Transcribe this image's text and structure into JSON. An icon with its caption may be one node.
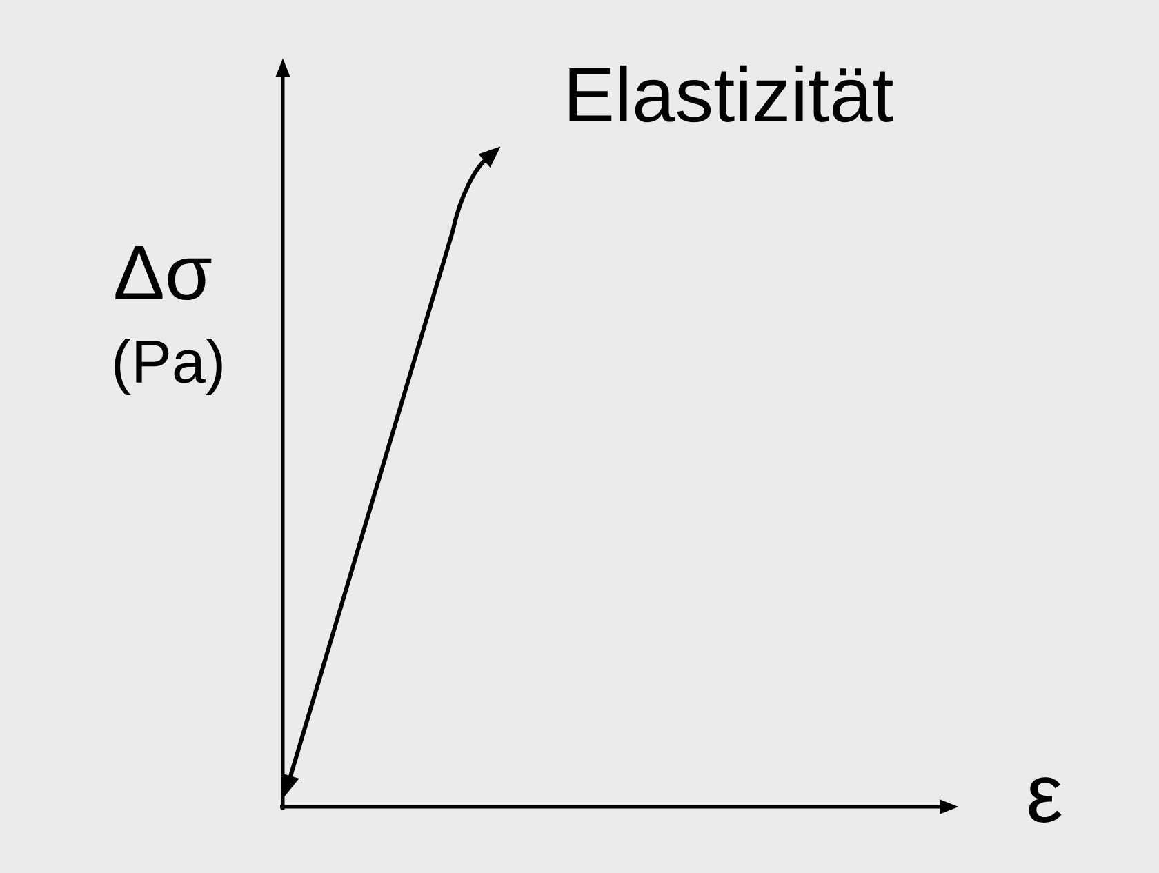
{
  "diagram": {
    "labels": [
      "Elastizität",
      "Δσ",
      "(Pa)",
      "ε"
    ]
  }
}
